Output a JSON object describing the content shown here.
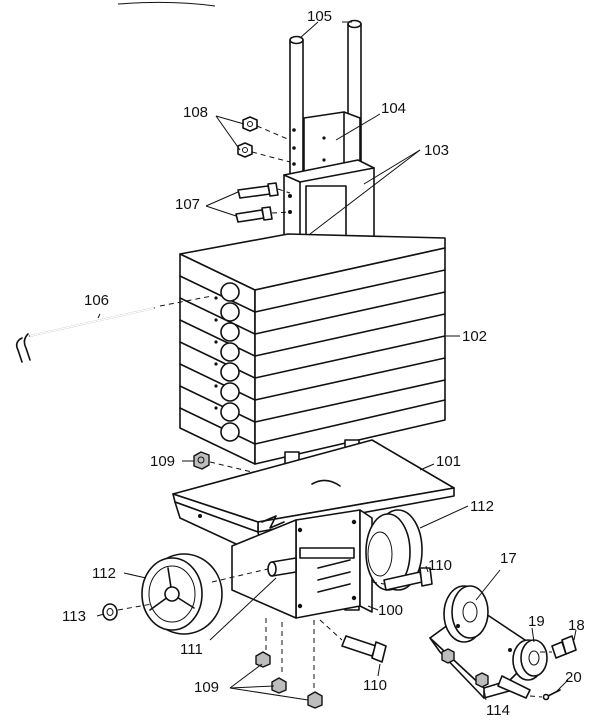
{
  "labels": {
    "l105": "105",
    "l104": "104",
    "l103": "103",
    "l108": "108",
    "l107": "107",
    "l106": "106",
    "l102": "102",
    "l109a": "109",
    "l101": "101",
    "l112a": "112",
    "l112b": "112",
    "l17": "17",
    "l110a": "110",
    "l113": "113",
    "l100": "100",
    "l19": "19",
    "l18": "18",
    "l111": "111",
    "l110b": "110",
    "l109b": "109",
    "l114": "114",
    "l20": "20"
  }
}
